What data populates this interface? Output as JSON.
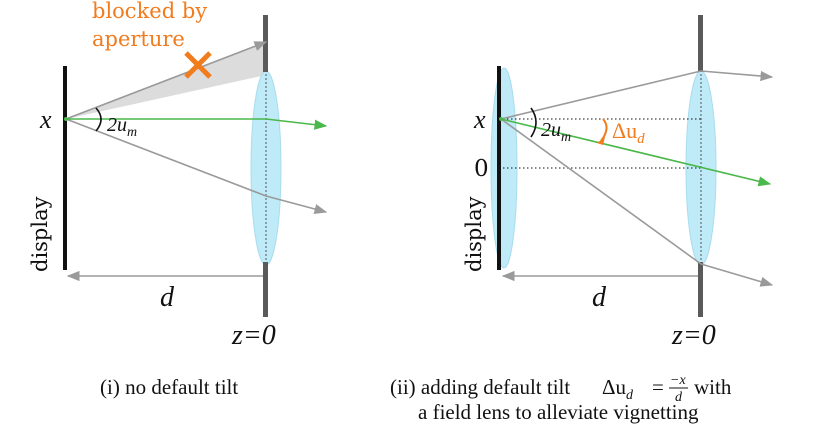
{
  "colors": {
    "orange": "#f07c1e",
    "green": "#4ab84a",
    "gray_ray": "#9a9a9a",
    "lens_fill": "#bfeaf7",
    "aperture": "#555555",
    "shade": "#d6d6d6"
  },
  "left": {
    "annotation_line1": "blocked by",
    "annotation_line2": "aperture",
    "x_label": "x",
    "angle_label_prefix": "2u",
    "angle_label_sub": "m",
    "display_label": "display",
    "d_label": "d",
    "z_label": "z=0",
    "caption": "(i) no default tilt",
    "cross_icon": "cross-icon"
  },
  "right": {
    "x_label": "x",
    "zero_label": "0",
    "angle_label_prefix": "2u",
    "angle_label_sub": "m",
    "tilt_label_prefix": "Δu",
    "tilt_label_sub": "d",
    "display_label": "display",
    "d_label": "d",
    "z_label": "z=0",
    "caption_line1_prefix": "(ii) adding default tilt",
    "caption_math_lhs": "Δu",
    "caption_math_sub": "d",
    "caption_math_eq": "=",
    "caption_frac_num": "−x",
    "caption_frac_den": "d",
    "caption_line1_suffix": "with",
    "caption_line2": "a field lens to alleviate vignetting"
  }
}
